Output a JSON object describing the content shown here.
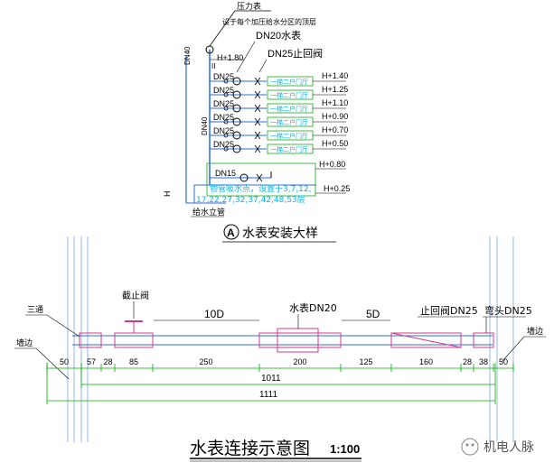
{
  "colors": {
    "line": "#000000",
    "pipe": "#2b6cd6",
    "cyan": "#00b8e6",
    "green": "#1aa81a",
    "dim": "#00aa00",
    "wall": "#77a6e8",
    "pink": "#d4388a",
    "label": "#000000"
  },
  "detail": {
    "pressure_gauge": "压力表",
    "note_top": "设于每个加压给水分区的顶层",
    "dn20_meter": "DN20水表",
    "dn25_check": "DN25止回阀",
    "dn40_top": "DN40",
    "dn40_riser": "DN40",
    "h180": "H+1.80",
    "branches": [
      {
        "dn": "DN25",
        "box": "一梯二户门厅",
        "h": "H+1.40"
      },
      {
        "dn": "DN25",
        "box": "一梯二户门厅",
        "h": "H+1.25"
      },
      {
        "dn": "DN25",
        "box": "一梯二户门厅",
        "h": "H+1.10"
      },
      {
        "dn": "DN25",
        "box": "一梯二户门厅",
        "h": "H+0.90"
      },
      {
        "dn": "DN25",
        "box": "一梯二户门厅",
        "h": "H+0.70"
      },
      {
        "dn": "DN25",
        "box": "一梯二户门厅",
        "h": "H+0.50"
      }
    ],
    "h080": "H+0.80",
    "dn15": "DN15",
    "h025": "H+0.25",
    "floors_line1": "物管吸水点，设置于3,7,12,",
    "floors_line2": "17,22,27,32,37,42,48,53层",
    "riser": "给水立管",
    "h_mark": "H",
    "caption_letter": "A",
    "caption": "水表安装大样"
  },
  "plan": {
    "tee": "三通",
    "gate_valve": "截止阀",
    "d10": "10D",
    "meter": "水表DN20",
    "d5": "5D",
    "check_valve": "止回阀DN25",
    "elbow": "弯头DN25",
    "wall_left": "墙边",
    "wall_right": "墙边",
    "dims": [
      "50",
      "57",
      "28",
      "85",
      "250",
      "200",
      "125",
      "160",
      "28",
      "38",
      "50"
    ],
    "total_1011": "1011",
    "total_1111": "1111",
    "title": "水表连接示意图",
    "scale": "1:100"
  },
  "watermark": "机电人脉"
}
